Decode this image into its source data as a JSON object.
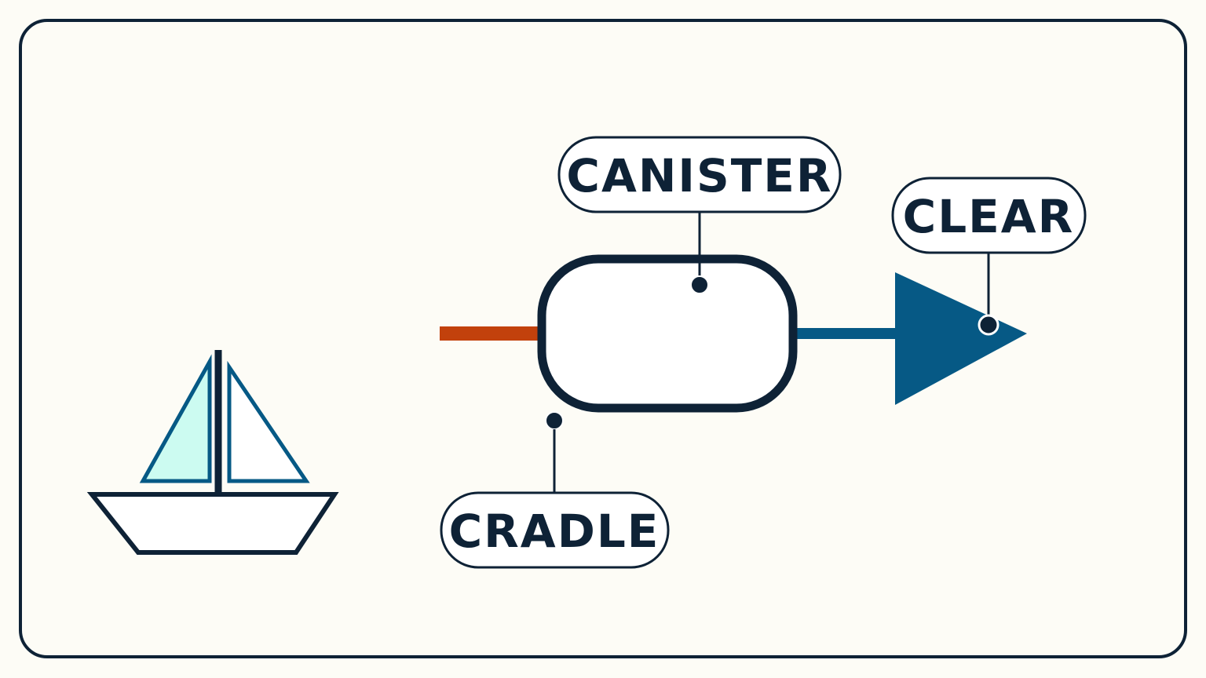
{
  "colors": {
    "background": "#fdfcf6",
    "ink": "#0e2236",
    "accent_blue": "#065985",
    "accent_orange": "#c2410c",
    "sail_fill": "#ccfbf1",
    "white": "#ffffff"
  },
  "labels": {
    "canister": "CANISTER",
    "clear": "CLEAR",
    "cradle": "CRADLE"
  },
  "icons": {
    "boat": "sailboat-icon",
    "arrow": "triangle-arrow-icon"
  }
}
